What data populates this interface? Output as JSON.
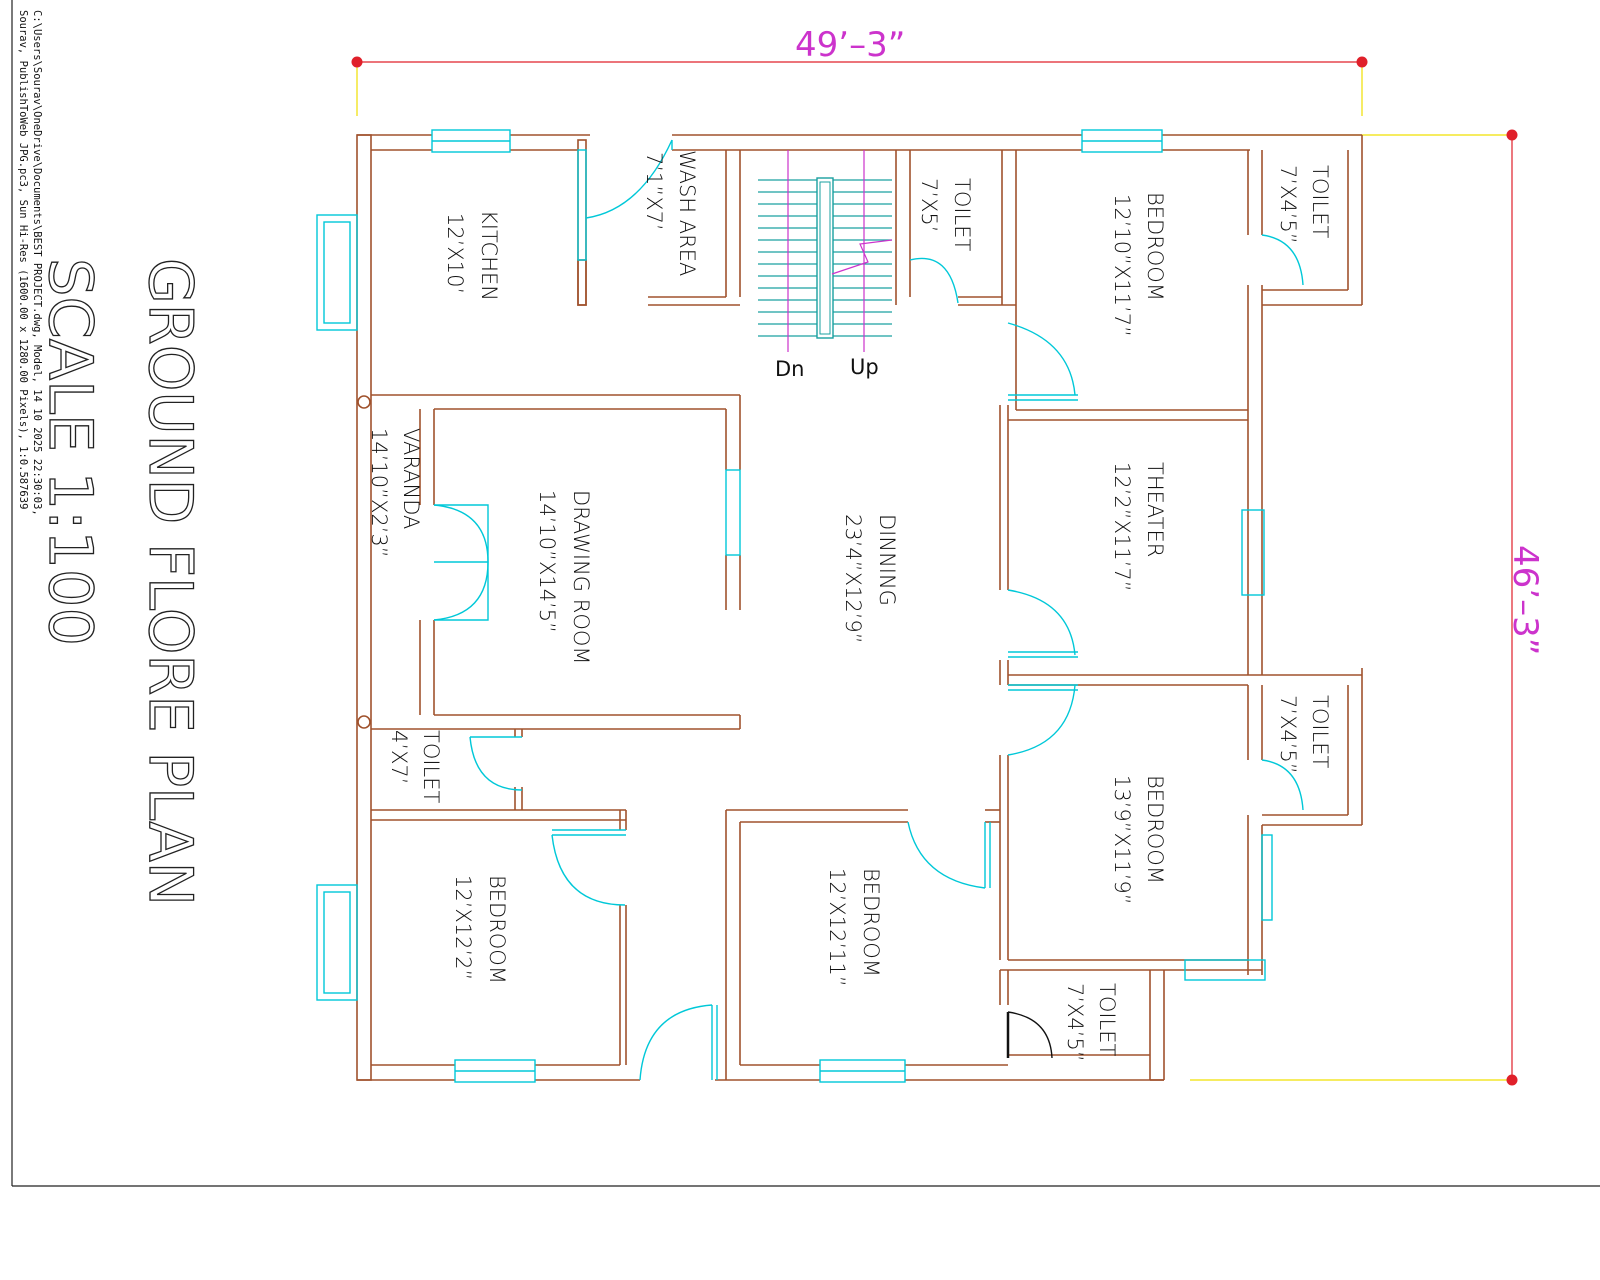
{
  "drawing": {
    "title": "GROUND FLORE PLAN",
    "scale": "SCALE 1:100",
    "file_path_line1": "C:\\Users\\Sourav\\OneDrive\\Documents\\BEST PROJECT.dwg, Model, 14 10 2025 22:30:03,",
    "file_path_line2": "Sourav, PublishToWeb JPG.pc3, Sun Hi-Res (1600.00 x 1280.00 Pixels), 1:0.587639",
    "overall_width": "49’–3”",
    "overall_depth": "46’–3”",
    "stairs": {
      "down": "Dn",
      "up": "Up"
    }
  },
  "rooms": {
    "kitchen": {
      "name": "KITCHEN",
      "size": "12’X10’"
    },
    "wash_area": {
      "name": "WASH  AREA",
      "size": "7’1”X7’"
    },
    "toilet_stair": {
      "name": "TOILET",
      "size": "7’X5’"
    },
    "bedroom_top": {
      "name": "BEDROOM",
      "size": "12’10”X11’7”"
    },
    "toilet_top_right": {
      "name": "TOILET",
      "size": "7’X4’5”"
    },
    "varanda": {
      "name": "VARANDA",
      "size": "14’10”X2’3”"
    },
    "drawing_room": {
      "name": "DRAWING  ROOM",
      "size": "14’10”X14’5”"
    },
    "dinning": {
      "name": "DINNING",
      "size": "23’4”X12’9”"
    },
    "theater": {
      "name": "THEATER",
      "size": "12’2”X11’7”"
    },
    "toilet_varanda": {
      "name": "TOILET",
      "size": "4’X7’"
    },
    "toilet_mid_right": {
      "name": "TOILET",
      "size": "7’X4’5”"
    },
    "bedroom_right": {
      "name": "BEDROOM",
      "size": "13’9”X11’9”"
    },
    "bedroom_bottom_left": {
      "name": "BEDROOM",
      "size": "12’X12’2”"
    },
    "bedroom_bottom_mid": {
      "name": "BEDROOM",
      "size": "12’X12’11”"
    },
    "toilet_bottom": {
      "name": "TOILET",
      "size": "7’X4’5”"
    }
  },
  "colors": {
    "wall": "#a0522d",
    "door_window": "#00c8d8",
    "dimension_line": "#e0202a",
    "dimension_text": "#cc33cc",
    "extension_line": "#f0e000"
  }
}
